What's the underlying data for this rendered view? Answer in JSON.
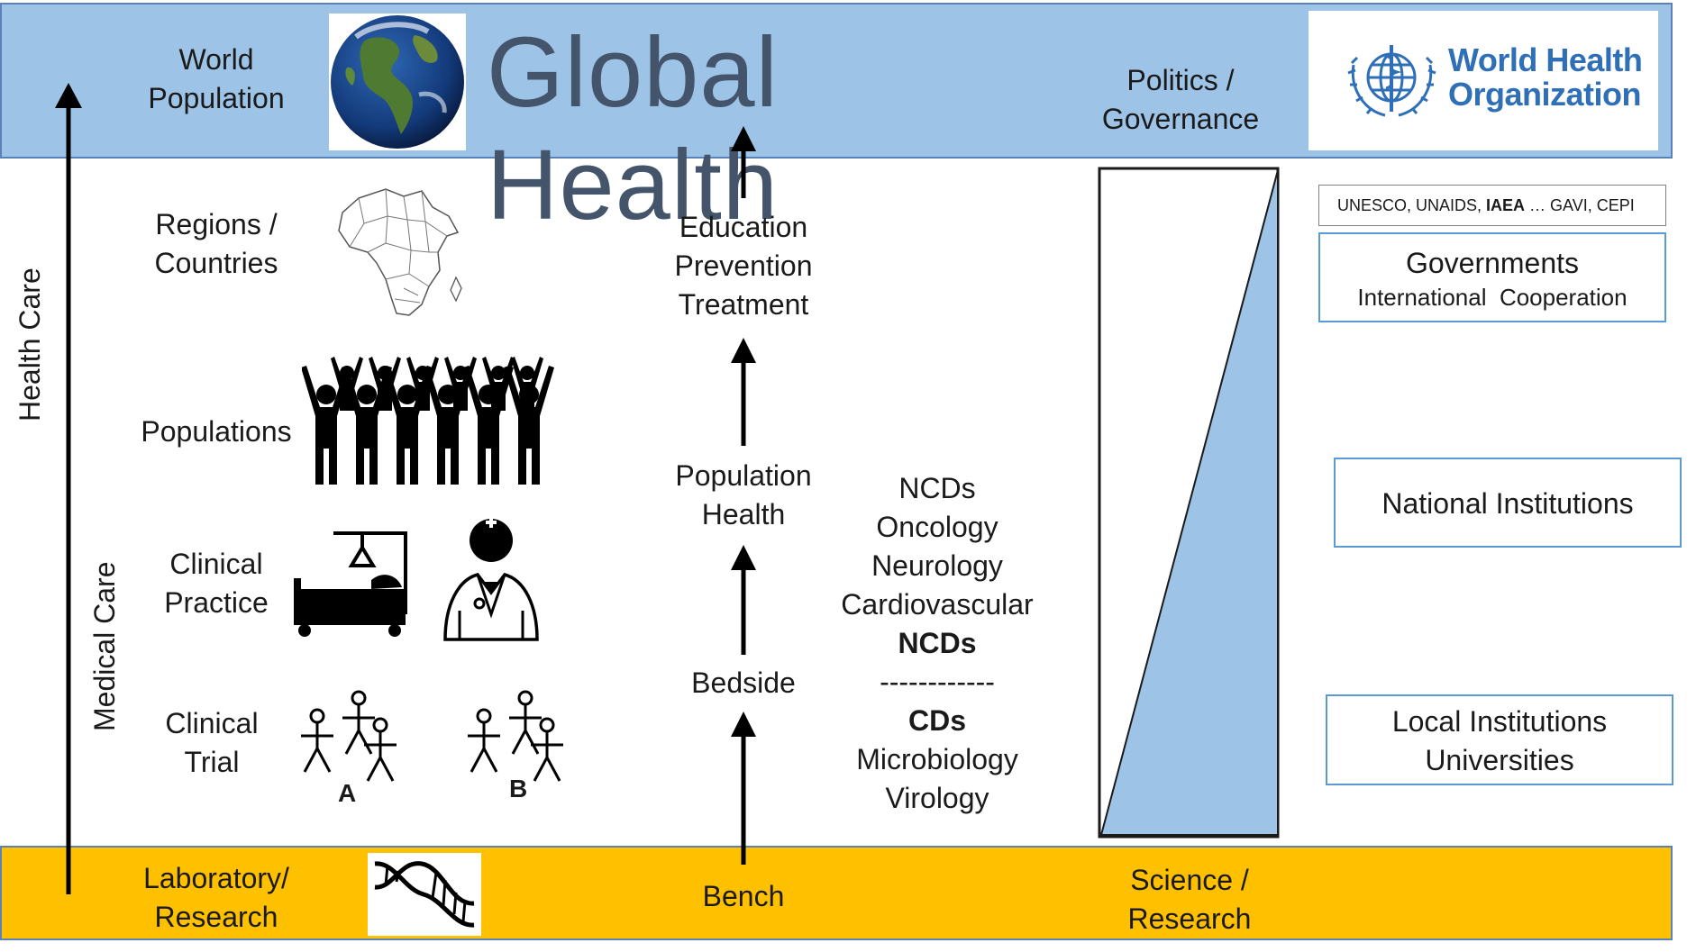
{
  "title": "Global Health",
  "top_band": {
    "left_label": [
      "World",
      "Population"
    ],
    "right_label": [
      "Politics /",
      "Governance"
    ],
    "globe_icon": "earth-globe-icon",
    "who_logo": {
      "line1": "World Health",
      "line2": "Organization",
      "color": "#2e6fb7"
    }
  },
  "bottom_band": {
    "left_label": [
      "Laboratory/",
      "Research"
    ],
    "center_label": "Bench",
    "right_label": [
      "Science /",
      "Research"
    ],
    "dna_icon": "dna-helix-icon"
  },
  "side_labels": {
    "outer": "Health Care",
    "inner": "Medical Care"
  },
  "levels": [
    {
      "label": [
        "Regions /",
        "Countries"
      ],
      "icon": "africa-map-icon"
    },
    {
      "label": [
        "Populations"
      ],
      "icon": "crowd-people-icon"
    },
    {
      "label": [
        "Clinical",
        "Practice"
      ],
      "icons": [
        "hospital-bed-icon",
        "doctor-icon"
      ]
    },
    {
      "label": [
        "Clinical",
        "Trial"
      ],
      "icons": [
        "trial-group-a-icon",
        "trial-group-b-icon"
      ],
      "groups": [
        "A",
        "B"
      ]
    }
  ],
  "center_column": {
    "top": [
      "Education",
      "Prevention",
      "Treatment"
    ],
    "middle": [
      "Population",
      "Health"
    ],
    "bottom": "Bedside"
  },
  "disease_column": {
    "ncd_items": [
      "NCDs",
      "Oncology",
      "Neurology",
      "Cardiovascular"
    ],
    "ncd_bold": "NCDs",
    "divider": "------------",
    "cd_bold": "CDs",
    "cd_items": [
      "Microbiology",
      "Virology"
    ]
  },
  "institutions": {
    "intl_list": {
      "before": "UNESCO, UNAIDS, ",
      "bold": "IAEA",
      "after": " … GAVI, CEPI"
    },
    "governments": [
      "Governments",
      "International  Cooperation"
    ],
    "national": "National Institutions",
    "local": [
      "Local Institutions",
      "Universities"
    ]
  },
  "colors": {
    "top_band": "#9dc3e6",
    "bottom_band": "#ffc000",
    "title": "#44546a",
    "box_border": "#5b9bd5",
    "wedge": "#9dc3e6"
  }
}
